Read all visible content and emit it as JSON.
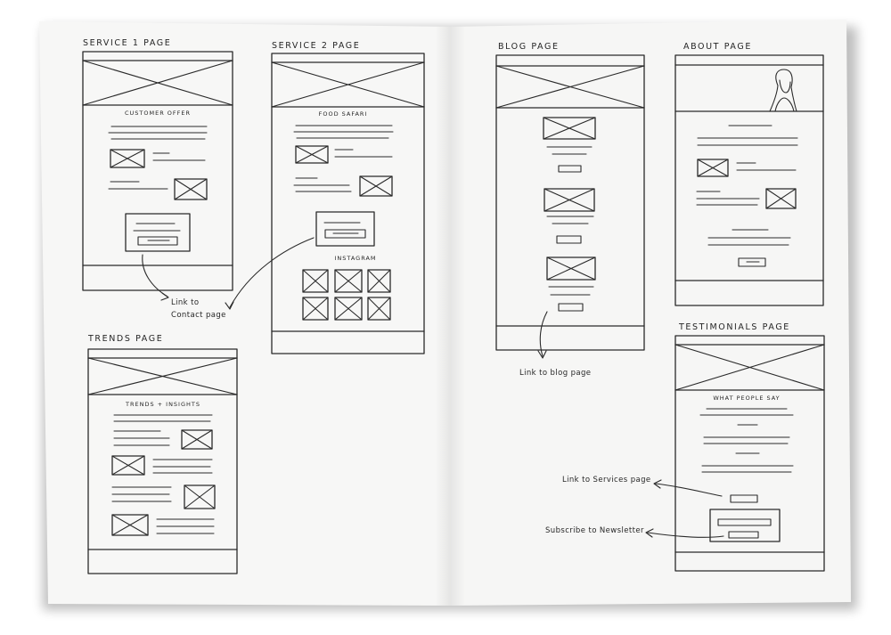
{
  "notebook": {
    "pages": [
      {
        "title": "SERVICE 1 PAGE",
        "caption": "CUSTOMER OFFER"
      },
      {
        "title": "SERVICE 2 PAGE",
        "caption": "FOOD SAFARI",
        "section": "INSTAGRAM"
      },
      {
        "title": "TRENDS PAGE",
        "caption": "TRENDS + INSIGHTS"
      },
      {
        "title": "BLOG PAGE"
      },
      {
        "title": "ABOUT PAGE"
      },
      {
        "title": "TESTIMONIALS PAGE",
        "caption": "WHAT PEOPLE SAY"
      }
    ],
    "notes": {
      "contact_line1": "Link to",
      "contact_line2": "Contact page",
      "blog": "Link to blog page",
      "services": "Link to Services page",
      "newsletter": "Subscribe to Newsletter"
    }
  },
  "colors": {
    "paper": "#f7f7f6",
    "ink": "#2a2a2a",
    "background": "#ffffff"
  }
}
